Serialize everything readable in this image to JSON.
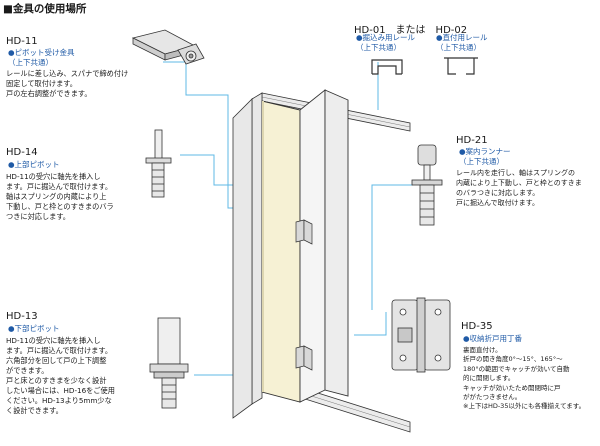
{
  "page_title": "■金具の使用場所",
  "parts": {
    "hd11": {
      "code": "HD-11",
      "name_lines": [
        "●ピボット受け金具",
        "（上下共通）"
      ],
      "desc_lines": [
        "レールに差し込み、スパナで締め付け",
        "固定して取付けます。",
        "戸の左右調整ができます。"
      ]
    },
    "hd14": {
      "code": "HD-14",
      "name_lines": [
        "●上部ピボット"
      ],
      "desc_lines": [
        "HD-11の受穴に軸先を挿入し",
        "ます。戸に掘込んで取付けます。",
        "軸はスプリングの内蔵により上",
        "下動し、戸と枠とのすきまのバラ",
        "つきに対応します。"
      ]
    },
    "hd13": {
      "code": "HD-13",
      "name_lines": [
        "●下部ピボット"
      ],
      "desc_lines": [
        "HD-11の受穴に軸先を挿入し",
        "ます。戸に掘込んで取付けます。",
        "六角部分を回して戸の上下調整",
        "ができます。",
        "戸と床とのすきまを少なく設計",
        "したい場合には、HD-16をご使用",
        "ください。HD-13より5mm少な",
        "く設計できます。"
      ]
    },
    "hd01_02": {
      "code": "HD-01　または　HD-02",
      "name_01": [
        "●掘込み用レール",
        "（上下共通）"
      ],
      "name_02": [
        "●直付用レール",
        "（上下共通）"
      ]
    },
    "hd21": {
      "code": "HD-21",
      "name_lines": [
        "●案内ランナー",
        "（上下共通）"
      ],
      "desc_lines": [
        "レール内を走行し、軸はスプリングの",
        "内蔵により上下動し、戸と枠とのすきま",
        "のバラつきに対応します。",
        "戸に掘込んで取付けます。"
      ]
    },
    "hd35": {
      "code": "HD-35",
      "name_lines": [
        "●収納折戸用丁番"
      ],
      "desc_lines": [
        "裏面直付け。",
        "折戸の開き角度0°～15°、165°～",
        "180°の範囲でキャッチが効いて自動",
        "的に開閉します。",
        "キャッチが効いたため開閉時に戸",
        "ががたつきません。",
        "※上下はHD-35以外にも各種揃えてます。"
      ]
    }
  },
  "colors": {
    "leader_line": "#5fb8e6",
    "panel_fill": "#f6f1d4",
    "name_blue": "#1f5aa6"
  }
}
